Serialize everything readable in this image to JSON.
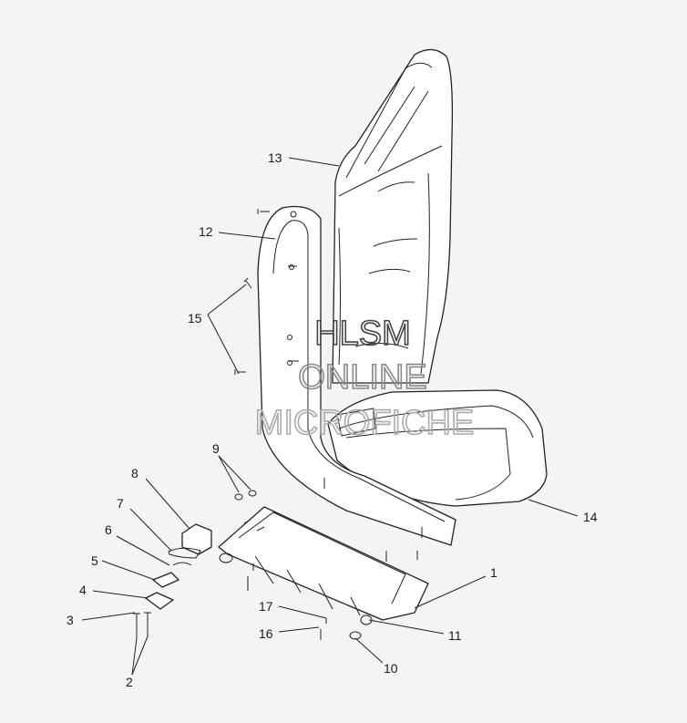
{
  "callouts": {
    "c1": "1",
    "c2": "2",
    "c3": "3",
    "c4": "4",
    "c5": "5",
    "c6": "6",
    "c7": "7",
    "c8": "8",
    "c9": "9",
    "c10": "10",
    "c11": "11",
    "c12": "12",
    "c13": "13",
    "c14": "14",
    "c15": "15",
    "c16": "16",
    "c17": "17"
  },
  "watermark": {
    "line1": "HLSM",
    "line2": "ONLINE",
    "line3": "MICROFICHE"
  },
  "colors": {
    "background": "#f4f4f4",
    "line": "#222222",
    "watermark": "#9a9a9a"
  }
}
